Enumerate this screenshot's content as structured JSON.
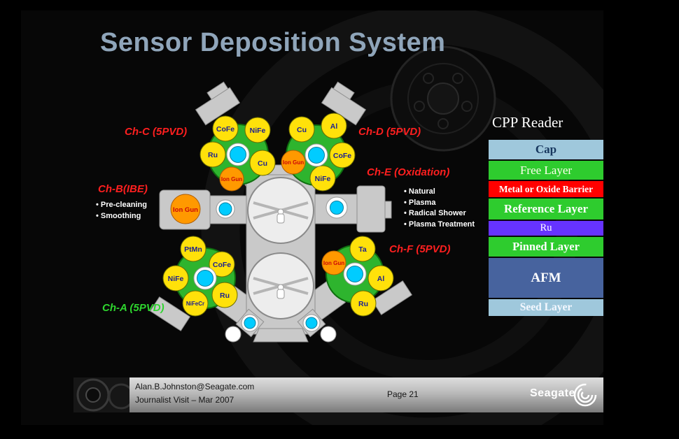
{
  "slide": {
    "title": "Sensor Deposition System"
  },
  "chambers": {
    "chC": {
      "label": "Ch-C (5PVD)",
      "targets": [
        "CoFe",
        "NiFe",
        "Ru",
        "Cu"
      ],
      "ion_gun": "Ion Gun"
    },
    "chD": {
      "label": "Ch-D (5PVD)",
      "targets": [
        "Cu",
        "Al",
        "CoFe",
        "NiFe"
      ],
      "ion_gun": "Ion Gun"
    },
    "chB": {
      "label": "Ch-B(IBE)",
      "bullets": [
        "• Pre-cleaning",
        "• Smoothing"
      ],
      "ion_gun": "Ion Gun"
    },
    "chE": {
      "label": "Ch-E (Oxidation)",
      "bullets": [
        "• Natural",
        "• Plasma",
        "• Radical Shower",
        "• Plasma Treatment"
      ]
    },
    "chF": {
      "label": "Ch-F (5PVD)",
      "targets": [
        "Ta",
        "Al",
        "Ru"
      ],
      "ion_gun": "Ion Gun"
    },
    "chA": {
      "label": "Ch-A (5PVD)",
      "targets": [
        "PtMn",
        "CoFe",
        "NiFe",
        "NiFeCr",
        "Ru"
      ]
    }
  },
  "cpp_reader": {
    "title": "CPP Reader",
    "layers": [
      {
        "label": "Cap",
        "color": "#9fc8dc"
      },
      {
        "label": "Free Layer",
        "color": "#2ecc2e"
      },
      {
        "label": "Metal or Oxide Barrier",
        "color": "#ff0000"
      },
      {
        "label": "Reference Layer",
        "color": "#2ecc2e"
      },
      {
        "label": "Ru",
        "color": "#6633ff"
      },
      {
        "label": "Pinned Layer",
        "color": "#2ecc2e"
      },
      {
        "label": "AFM",
        "color": "#47639e"
      },
      {
        "label": "Seed Layer",
        "color": "#9fc8dc"
      }
    ]
  },
  "footer": {
    "email": "Alan.B.Johnston@Seagate.com",
    "event": "Journalist Visit – Mar 2007",
    "page": "Page 21",
    "brand": "Seagate"
  },
  "colors": {
    "title": "#8fa5ba",
    "chamber_label_red": "#ff1f1f",
    "chamber_label_green": "#2ed52e",
    "chamber_green": "#2eb42e",
    "target_yellow": "#ffe10a",
    "ion_gun_orange": "#ff9900",
    "wafer_cyan": "#00ccff",
    "barrier_red": "#ff0000",
    "layer_green": "#2ecc2e",
    "ru_purple": "#6633ff",
    "afm_blue": "#47639e",
    "cap_blue": "#9fc8dc"
  }
}
